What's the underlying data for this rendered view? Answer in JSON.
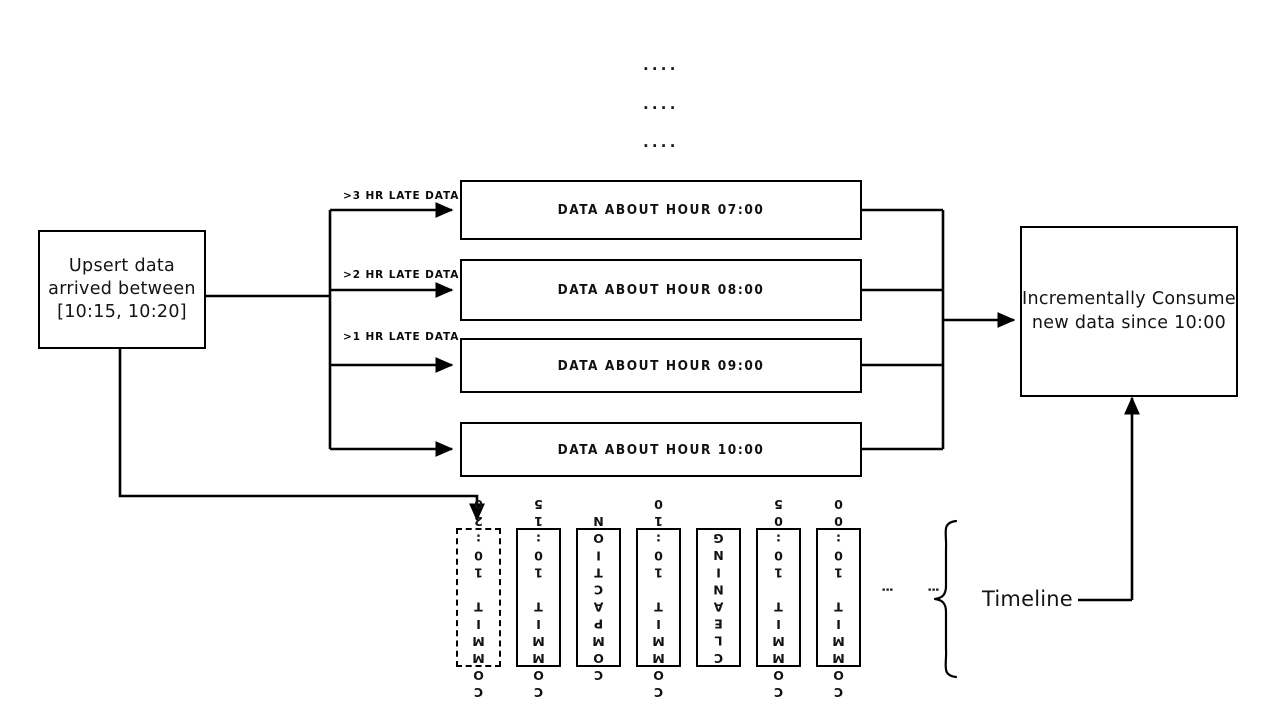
{
  "diagram": {
    "title_present": false,
    "colors": {
      "stroke": "#000000",
      "background": "#ffffff",
      "text": "#111111"
    },
    "top_ellipsis": [
      "....",
      "....",
      "...."
    ],
    "source_box": {
      "lines": [
        "Upsert data",
        "arrived between",
        "[10:15, 10:20]"
      ],
      "text": "Upsert data arrived between [10:15, 10:20]"
    },
    "edge_labels": [
      ">3 HR LATE DATA",
      ">2 HR LATE DATA",
      ">1 HR LATE DATA"
    ],
    "hour_boxes": [
      {
        "label": "DATA ABOUT HOUR 07:00"
      },
      {
        "label": "DATA ABOUT HOUR 08:00"
      },
      {
        "label": "DATA ABOUT HOUR 09:00"
      },
      {
        "label": "DATA ABOUT HOUR 10:00"
      }
    ],
    "consumer_box": {
      "lines": [
        "Incrementally Consume",
        "new data since 10:00"
      ],
      "text": "Incrementally Consume new data since 10:00"
    },
    "timeline": {
      "label": "Timeline",
      "commits": [
        {
          "label": "COMMIT 10:20",
          "style": "dashed"
        },
        {
          "label": "COMMIT 10:15",
          "style": "solid"
        },
        {
          "label": "COMPACTION",
          "style": "solid"
        },
        {
          "label": "COMMIT 10:10",
          "style": "solid"
        },
        {
          "label": "CLEANING",
          "style": "solid"
        },
        {
          "label": "COMMIT 10:05",
          "style": "solid"
        },
        {
          "label": "COMMIT 10:00",
          "style": "solid"
        }
      ],
      "ellipsis_columns": [
        "⋮",
        "⋮"
      ]
    }
  }
}
